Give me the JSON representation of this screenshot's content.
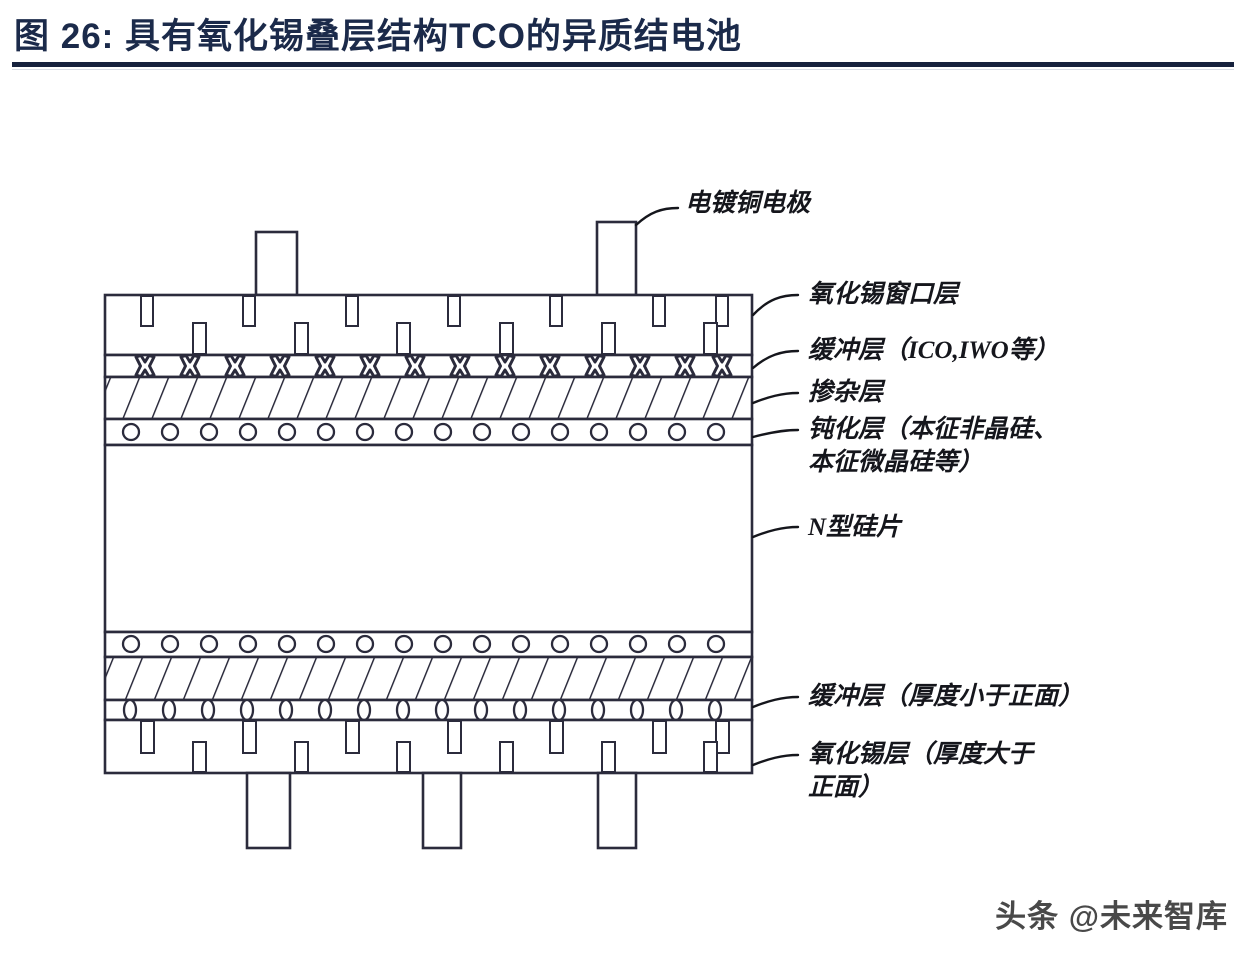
{
  "title": {
    "figure_number": "图 26:",
    "text": "图 26:  具有氧化锡叠层结构TCO的异质结电池",
    "accent_color": "#16213d"
  },
  "watermark": {
    "text": "头条 @未来智库"
  },
  "diagram": {
    "type": "cross-section-schematic",
    "description": "具有氧化锡叠层结构TCO的异质结（HJT）太阳能电池截面结构示意图",
    "stroke_color": "#2b2b3c",
    "fill_color": "#ffffff",
    "callouts": [
      {
        "id": "plated-copper-electrode",
        "label": "电镀铜电极"
      },
      {
        "id": "tin-oxide-window-layer",
        "label": "氧化锡窗口层"
      },
      {
        "id": "buffer-layer-front",
        "label": "缓冲层（ICO,IWO等）"
      },
      {
        "id": "doped-layer",
        "label": "掺杂层"
      },
      {
        "id": "passivation-layer",
        "label": "钝化层（本征非晶硅、\n本征微晶硅等）"
      },
      {
        "id": "n-type-silicon-wafer",
        "label": "N型硅片"
      },
      {
        "id": "buffer-layer-rear",
        "label": "缓冲层（厚度小于正面）"
      },
      {
        "id": "tin-oxide-layer-rear",
        "label": "氧化锡层（厚度大于\n正面）"
      }
    ],
    "layers_top_to_bottom": [
      {
        "name": "电镀铜电极",
        "pattern": "tall-rectangles",
        "count": 2
      },
      {
        "name": "氧化锡窗口层",
        "pattern": "staggered-small-rectangles"
      },
      {
        "name": "缓冲层（ICO,IWO等）",
        "pattern": "x-marks"
      },
      {
        "name": "掺杂层",
        "pattern": "diagonal-hatch"
      },
      {
        "name": "钝化层",
        "pattern": "circles"
      },
      {
        "name": "N型硅片",
        "pattern": "blank"
      },
      {
        "name": "钝化层",
        "pattern": "circles"
      },
      {
        "name": "掺杂层",
        "pattern": "diagonal-hatch"
      },
      {
        "name": "缓冲层（厚度小于正面）",
        "pattern": "small-ovals"
      },
      {
        "name": "氧化锡层（厚度大于正面）",
        "pattern": "staggered-small-rectangles"
      },
      {
        "name": "电镀铜电极",
        "pattern": "tall-rectangles",
        "count": 3
      }
    ]
  }
}
